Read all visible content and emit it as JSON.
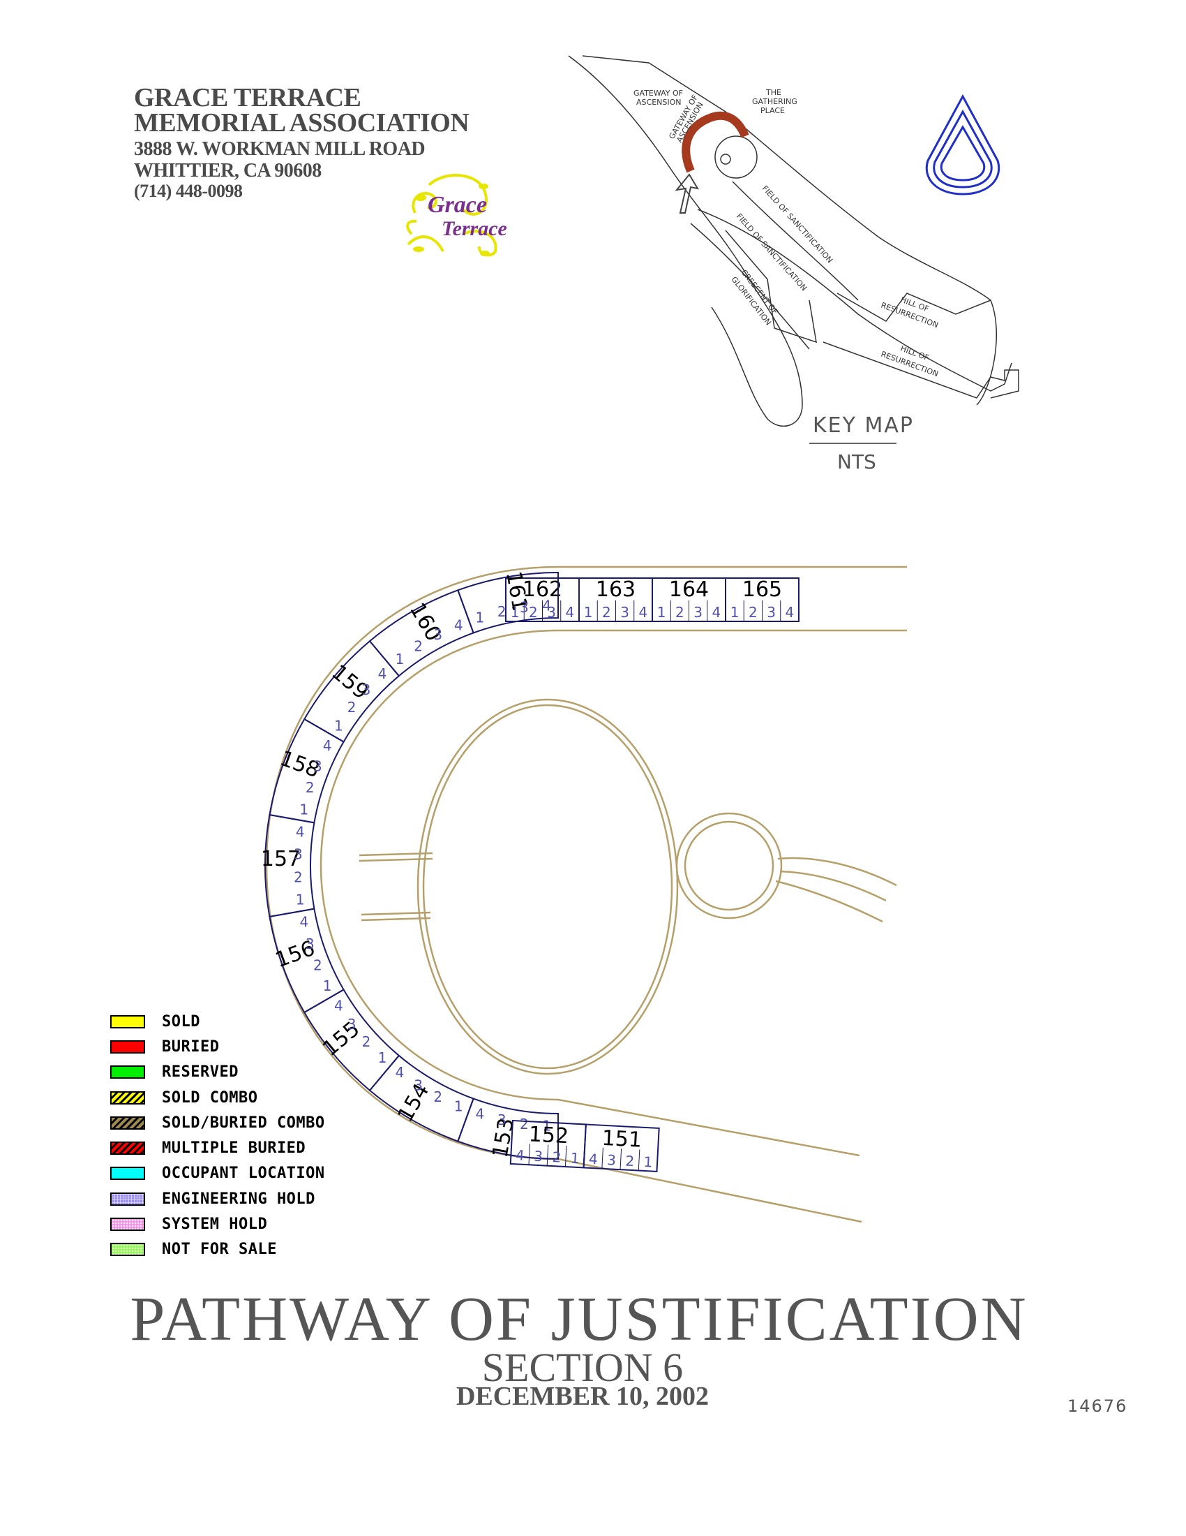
{
  "header": {
    "org_line1": "GRACE TERRACE",
    "org_line2": "MEMORIAL ASSOCIATION",
    "address": "3888 W. WORKMAN MILL ROAD",
    "city": "WHITTIER, CA  90608",
    "phone": "(714) 448-0098"
  },
  "logo": {
    "word1": "Grace",
    "word2": "Terrace"
  },
  "key_map": {
    "title": "KEY MAP",
    "scale": "NTS",
    "labels": {
      "gateway_outer": [
        "GATEWAY OF",
        "ASCENSION"
      ],
      "gateway_inner": [
        "GATEWAY OF",
        "ASCENSION"
      ],
      "gathering": [
        "THE",
        "GATHERING",
        "PLACE"
      ],
      "field_upper": "FIELD OF SANCTIFICATION",
      "field_lower": "FIELD OF SANCTIFICATION",
      "crescent": [
        "CRESCENT OF",
        "GLORIFICATION"
      ],
      "hill_upper": [
        "HILL OF",
        "RESURRECTION"
      ],
      "hill_lower": [
        "HILL OF",
        "RESURRECTION"
      ]
    },
    "highlight_color": "#a63a1e"
  },
  "north_arrow_color": "#1f2fc8",
  "plan": {
    "lots_top": [
      {
        "number": "162",
        "spaces": [
          "1",
          "2",
          "3",
          "4"
        ]
      },
      {
        "number": "163",
        "spaces": [
          "1",
          "2",
          "3",
          "4"
        ]
      },
      {
        "number": "164",
        "spaces": [
          "1",
          "2",
          "3",
          "4"
        ]
      },
      {
        "number": "165",
        "spaces": [
          "1",
          "2",
          "3",
          "4"
        ]
      }
    ],
    "lots_arc": [
      {
        "number": "161",
        "spaces": [
          "1",
          "2",
          "3",
          "4"
        ]
      },
      {
        "number": "160",
        "spaces": [
          "1",
          "2",
          "3",
          "4"
        ]
      },
      {
        "number": "159",
        "spaces": [
          "1",
          "2",
          "3",
          "4"
        ]
      },
      {
        "number": "158",
        "spaces": [
          "1",
          "2",
          "3",
          "4"
        ]
      },
      {
        "number": "157",
        "spaces": [
          "1",
          "2",
          "3",
          "4"
        ]
      },
      {
        "number": "156",
        "spaces": [
          "1",
          "2",
          "3",
          "4"
        ]
      },
      {
        "number": "155",
        "spaces": [
          "1",
          "2",
          "3",
          "4"
        ]
      },
      {
        "number": "154",
        "spaces": [
          "1",
          "2",
          "3",
          "4"
        ]
      },
      {
        "number": "153",
        "spaces": [
          "1",
          "2",
          "3",
          "4"
        ]
      }
    ],
    "lots_bottom": [
      {
        "number": "152",
        "spaces": [
          "4",
          "3",
          "2",
          "1"
        ]
      },
      {
        "number": "151",
        "spaces": [
          "4",
          "3",
          "2",
          "1"
        ]
      }
    ],
    "colors": {
      "path": "#b5a06a",
      "lot_outline": "#1a1a6e",
      "space_number": "#5050b0"
    }
  },
  "legend": [
    {
      "label": "SOLD",
      "color": "#ffff00",
      "pattern": "solid"
    },
    {
      "label": "BURIED",
      "color": "#ff0000",
      "pattern": "solid"
    },
    {
      "label": "RESERVED",
      "color": "#00ee00",
      "pattern": "solid"
    },
    {
      "label": "SOLD COMBO",
      "color": "#ffff00",
      "pattern": "hatch"
    },
    {
      "label": "SOLD/BURIED COMBO",
      "color": "#a08a50",
      "pattern": "hatch"
    },
    {
      "label": "MULTIPLE BURIED",
      "color": "#ff0000",
      "pattern": "hatch"
    },
    {
      "label": "OCCUPANT LOCATION",
      "color": "#00ffff",
      "pattern": "solid"
    },
    {
      "label": "ENGINEERING HOLD",
      "color": "#9a8cff",
      "pattern": "grid"
    },
    {
      "label": "SYSTEM HOLD",
      "color": "#ff88ee",
      "pattern": "dots"
    },
    {
      "label": "NOT FOR SALE",
      "color": "#88ff44",
      "pattern": "dots"
    }
  ],
  "title": {
    "main": "PATHWAY OF JUSTIFICATION",
    "section": "SECTION 6",
    "date": "DECEMBER 10, 2002"
  },
  "sheet_number": "14676"
}
